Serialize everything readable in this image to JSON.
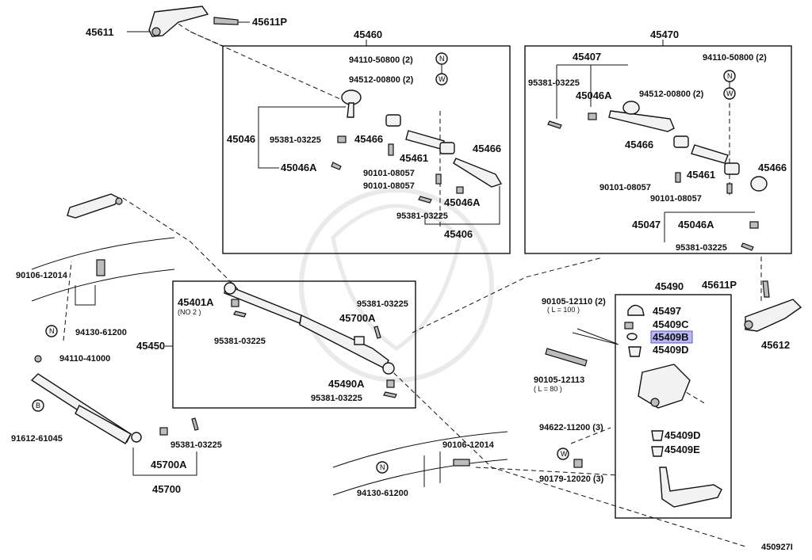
{
  "diagram_id": "450927I",
  "labels": {
    "p45611": "45611",
    "p45611P_top": "45611P",
    "p45460": "45460",
    "p45470": "45470",
    "p94110_left": "94110-50800 (2)",
    "p94512_left": "94512-00800 (2)",
    "p45046": "45046",
    "p95381_a": "95381-03225",
    "p45046A_a": "45046A",
    "p45466_a": "45466",
    "p45461_a": "45461",
    "p45466_b": "45466",
    "p90101_a": "90101-08057",
    "p90101_b": "90101-08057",
    "p45046A_b": "45046A",
    "p95381_b": "95381-03225",
    "p45406": "45406",
    "p45407": "45407",
    "p95381_c": "95381-03225",
    "p45046A_c": "45046A",
    "p94110_right": "94110-50800 (2)",
    "p94512_right": "94512-00800 (2)",
    "p45466_c": "45466",
    "p45461_b": "45461",
    "p45466_d": "45466",
    "p90101_c": "90101-08057",
    "p90101_d": "90101-08057",
    "p45047": "45047",
    "p45046A_d": "45046A",
    "p95381_d": "95381-03225",
    "p90106_top": "90106-12014",
    "p94130_top": "94130-61200",
    "p45401A": "45401A",
    "p45401A_note": "(NO 2 )",
    "p95381_e": "95381-03225",
    "p45700A_a": "45700A",
    "p95381_f": "95381-03225",
    "p45450": "45450",
    "p45490A": "45490A",
    "p95381_g": "95381-03225",
    "p45490": "45490",
    "p90105_a": "90105-12110 (2)",
    "p90105_a_note": "( L = 100 )",
    "p45497": "45497",
    "p45409C": "45409C",
    "p45409B": "45409B",
    "p45409D_a": "45409D",
    "p90105_b": "90105-12113",
    "p90105_b_note": "( L = 80 )",
    "p45611P_right": "45611P",
    "p45612": "45612",
    "p94110_41000": "94110-41000",
    "p91612": "91612-61045",
    "p95381_h": "95381-03225",
    "p45700A_b": "45700A",
    "p45700": "45700",
    "p90106_bottom": "90106-12014",
    "p94130_bottom": "94130-61200",
    "p94622": "94622-11200 (3)",
    "p90179": "90179-12020 (3)",
    "p45409D_b": "45409D",
    "p45409E": "45409E"
  },
  "badges": {
    "n": "N",
    "w": "W",
    "b": "B"
  },
  "highlight_color": "#b9b8f0"
}
